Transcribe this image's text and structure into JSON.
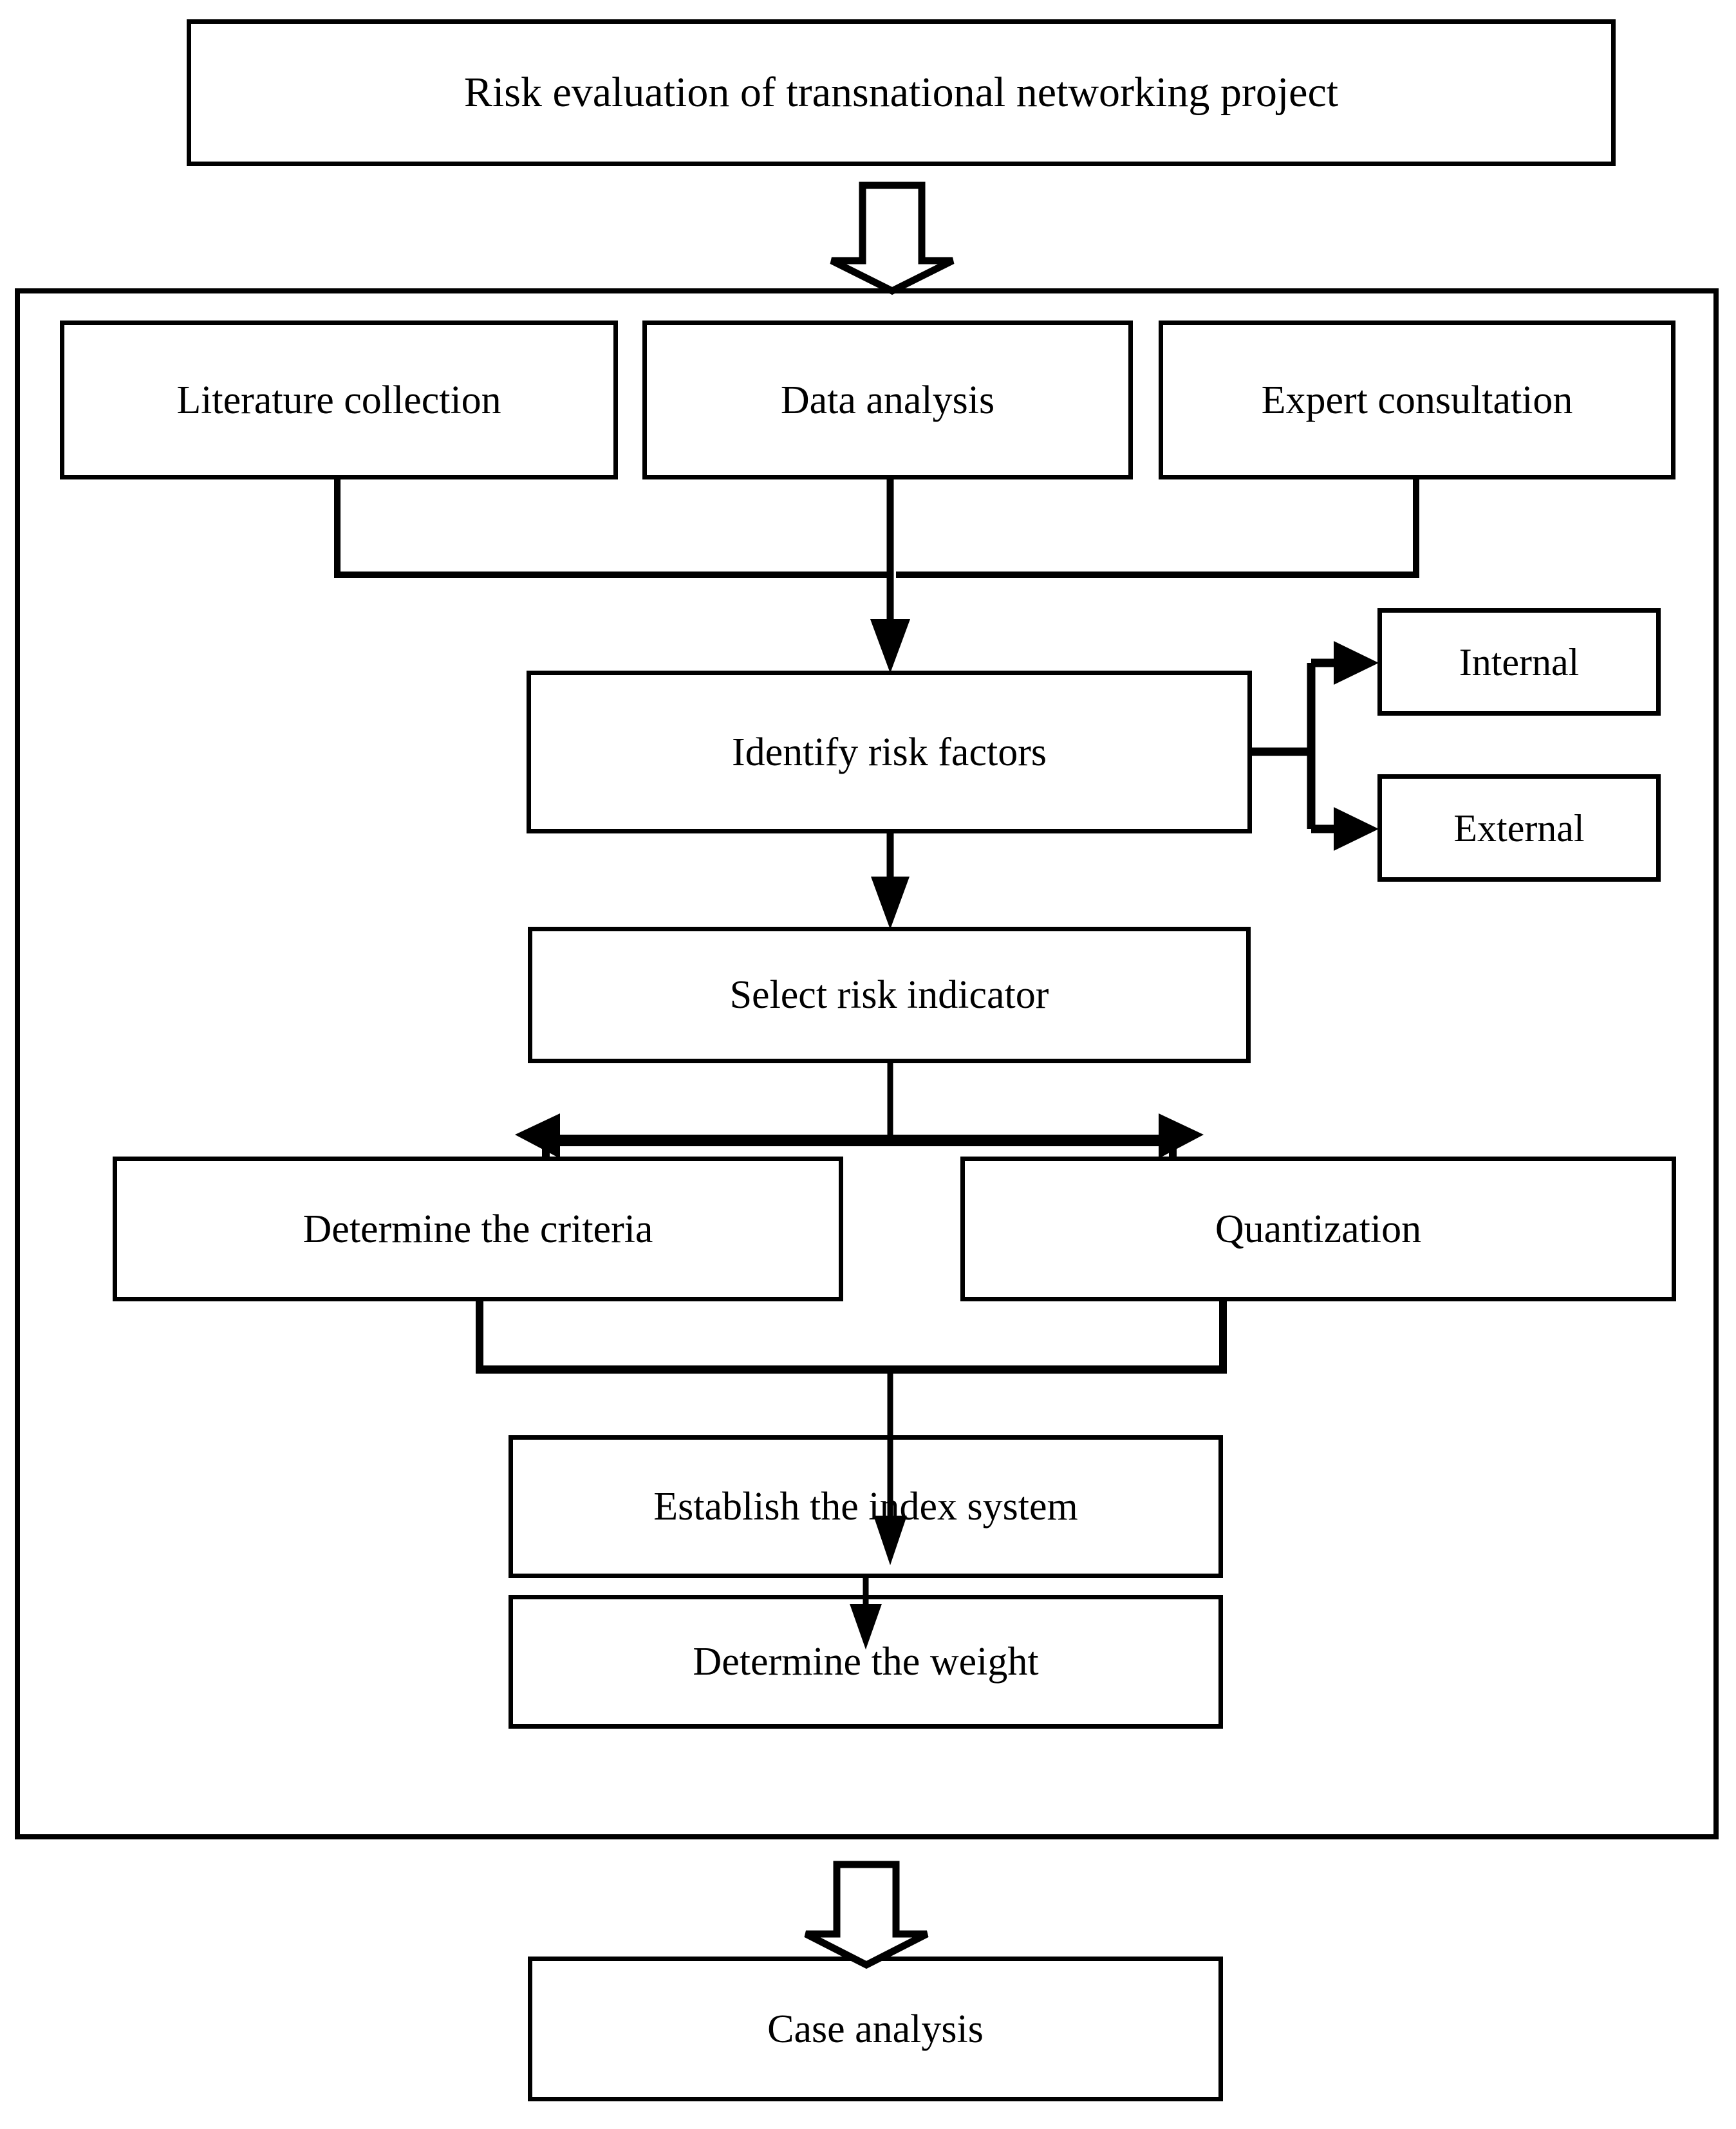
{
  "diagram": {
    "title": "Risk evaluation of transnational networking project",
    "outer_group_label": "methodology-framework",
    "nodes": {
      "title_box": "Risk evaluation of transnational networking project",
      "literature_collection": "Literature collection",
      "data_analysis": "Data analysis",
      "expert_consultation": "Expert consultation",
      "identify_risk_factors": "Identify risk factors",
      "internal": "Internal",
      "external": "External",
      "select_risk_indicator": "Select risk indicator",
      "determine_the_criteria": "Determine the criteria",
      "quantization": "Quantization",
      "establish_the_index_system": "Establish the index system",
      "determine_the_weight": "Determine the weight",
      "case_analysis": "Case analysis"
    },
    "colors": {
      "stroke": "#000000",
      "fill": "#ffffff",
      "text": "#000000"
    },
    "connectors": [
      {
        "from": "title_box",
        "to": "methodology-group",
        "style": "hollow-block-arrow-down"
      },
      {
        "from": "literature_collection",
        "to": "identify_risk_factors",
        "style": "elbow-line"
      },
      {
        "from": "data_analysis",
        "to": "identify_risk_factors",
        "style": "solid-arrow-down"
      },
      {
        "from": "expert_consultation",
        "to": "identify_risk_factors",
        "style": "elbow-line"
      },
      {
        "from": "identify_risk_factors",
        "to": "internal",
        "style": "branch-arrow-right"
      },
      {
        "from": "identify_risk_factors",
        "to": "external",
        "style": "branch-arrow-right"
      },
      {
        "from": "identify_risk_factors",
        "to": "select_risk_indicator",
        "style": "solid-arrow-down"
      },
      {
        "from": "select_risk_indicator",
        "to": "determine_the_criteria",
        "style": "split-arrow-left"
      },
      {
        "from": "select_risk_indicator",
        "to": "quantization",
        "style": "split-arrow-right"
      },
      {
        "from": "determine_the_criteria",
        "to": "establish_the_index_system",
        "style": "merge-arrow-down"
      },
      {
        "from": "quantization",
        "to": "establish_the_index_system",
        "style": "merge-arrow-down"
      },
      {
        "from": "establish_the_index_system",
        "to": "determine_the_weight",
        "style": "solid-arrow-down"
      },
      {
        "from": "methodology-group",
        "to": "case_analysis",
        "style": "hollow-block-arrow-down"
      }
    ]
  }
}
